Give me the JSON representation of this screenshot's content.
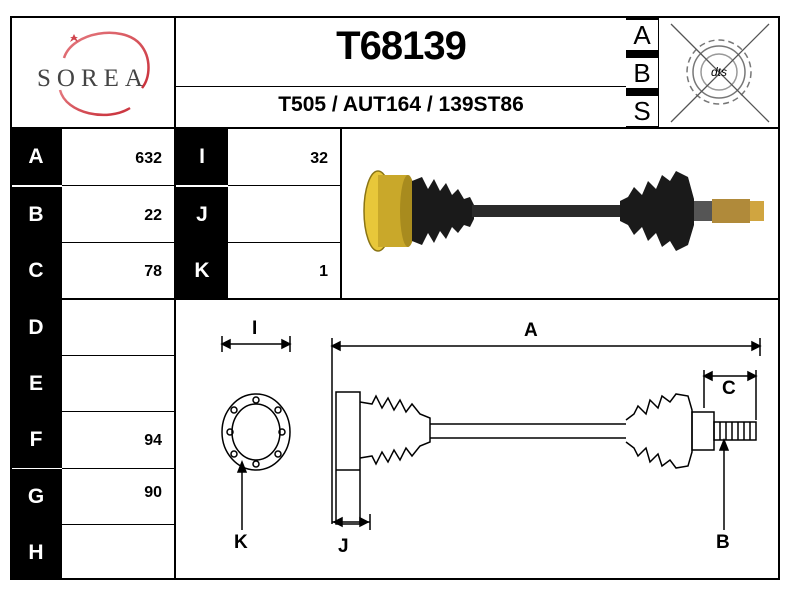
{
  "brand": {
    "name": "SOREA"
  },
  "part": {
    "number": "T68139",
    "references": "T505 / AUT164 / 139ST86"
  },
  "abs": {
    "letters": [
      "A",
      "B",
      "S"
    ],
    "badge_text": "dts"
  },
  "dimensions_left": [
    {
      "label": "A",
      "value": "632"
    },
    {
      "label": "B",
      "value": "22"
    },
    {
      "label": "C",
      "value": "78"
    },
    {
      "label": "D",
      "value": ""
    },
    {
      "label": "E",
      "value": ""
    },
    {
      "label": "F",
      "value": "94"
    },
    {
      "label": "G",
      "value": "90"
    },
    {
      "label": "H",
      "value": ""
    }
  ],
  "dimensions_mid": [
    {
      "label": "I",
      "value": "32"
    },
    {
      "label": "J",
      "value": ""
    },
    {
      "label": "K",
      "value": "1"
    }
  ],
  "diagram": {
    "labels": {
      "I": "I",
      "A": "A",
      "C": "C",
      "K": "K",
      "J": "J",
      "B": "B"
    }
  }
}
